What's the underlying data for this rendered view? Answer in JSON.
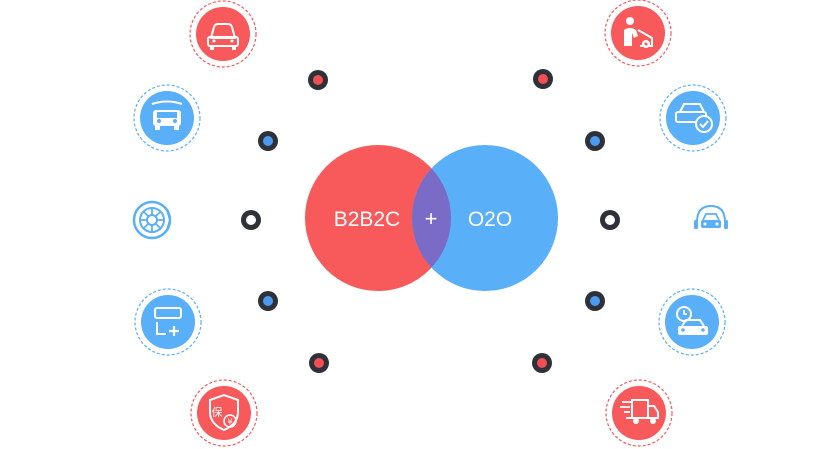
{
  "venn": {
    "left_label": "B2B2C",
    "right_label": "O2O",
    "center_label": "+"
  },
  "colors": {
    "red": "#F8595B",
    "blue": "#5AAFF9",
    "overlap": "#7A6CC6",
    "dot_ring": "#2E3137",
    "dot_red": "#F24E54",
    "dot_blue": "#4A9BF0",
    "white": "#ffffff"
  },
  "icons": [
    {
      "name": "car-front-icon",
      "color": "red"
    },
    {
      "name": "car-wash-icon",
      "color": "blue"
    },
    {
      "name": "tire-icon",
      "color": "blue",
      "style": "outline"
    },
    {
      "name": "car-parts-add-icon",
      "color": "blue"
    },
    {
      "name": "insurance-shield-icon",
      "color": "red",
      "glyphs": "保 ¥"
    },
    {
      "name": "car-repair-person-icon",
      "color": "red"
    },
    {
      "name": "car-check-icon",
      "color": "blue"
    },
    {
      "name": "car-service-headset-icon",
      "color": "blue",
      "style": "outline"
    },
    {
      "name": "car-timer-icon",
      "color": "blue"
    },
    {
      "name": "delivery-truck-icon",
      "color": "red"
    }
  ],
  "dots": [
    {
      "fill": "red"
    },
    {
      "fill": "blue"
    },
    {
      "fill": "white"
    },
    {
      "fill": "blue"
    },
    {
      "fill": "red"
    },
    {
      "fill": "red"
    },
    {
      "fill": "blue"
    },
    {
      "fill": "white"
    },
    {
      "fill": "blue"
    },
    {
      "fill": "red"
    }
  ]
}
